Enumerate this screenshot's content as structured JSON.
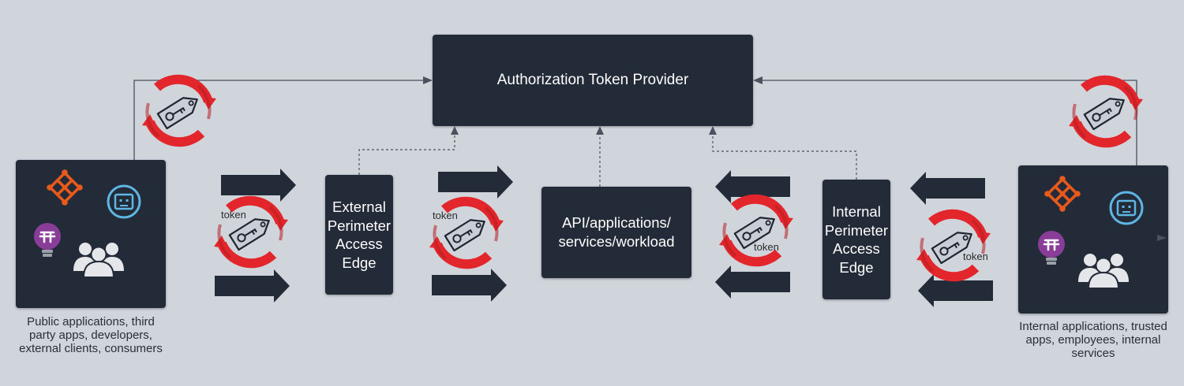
{
  "provider": {
    "label": "Authorization Token Provider"
  },
  "external_edge": {
    "lines": [
      "External",
      "Perimeter",
      "Access",
      "Edge"
    ]
  },
  "api": {
    "lines": [
      "API/applications/",
      "services/workload"
    ]
  },
  "internal_edge": {
    "lines": [
      "Internal",
      "Perimeter",
      "Access",
      "Edge"
    ]
  },
  "left_client": {
    "caption_lines": [
      "Public applications, third",
      "party apps, developers,",
      "external clients, consumers"
    ]
  },
  "right_client": {
    "caption_lines": [
      "Internal applications, trusted",
      "apps, employees, internal",
      "services"
    ]
  },
  "token_label": "token",
  "colors": {
    "background": "#d0d5dc",
    "box": "#232b38",
    "cycle_red": "#e3262b",
    "tag_fill": "#c9ced6",
    "orange_icon": "#e8591c",
    "blue_icon": "#5fb6e4",
    "purple_icon": "#8a3d98",
    "people_icon": "#e4e6ea"
  },
  "icons": [
    "key-tag-refresh-icon",
    "orange-network-icon",
    "chat-bot-icon",
    "purple-bulb-icon",
    "people-group-icon"
  ]
}
